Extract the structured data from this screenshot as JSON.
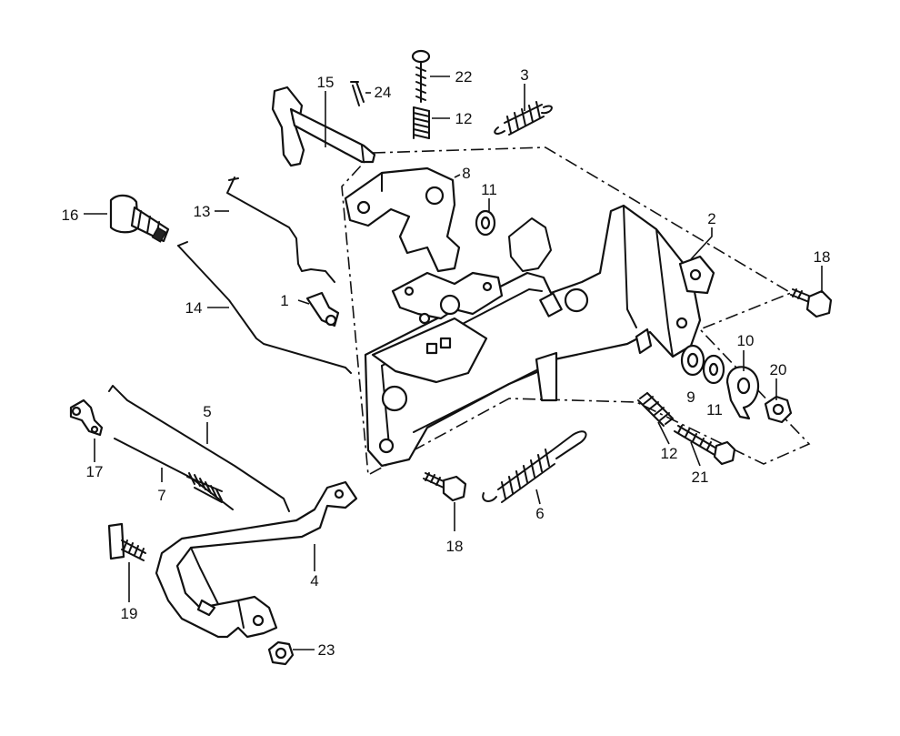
{
  "callouts": [
    {
      "id": "c1",
      "label": "1"
    },
    {
      "id": "c2",
      "label": "2"
    },
    {
      "id": "c3",
      "label": "3"
    },
    {
      "id": "c4",
      "label": "4"
    },
    {
      "id": "c5",
      "label": "5"
    },
    {
      "id": "c6",
      "label": "6"
    },
    {
      "id": "c7",
      "label": "7"
    },
    {
      "id": "c8",
      "label": "8"
    },
    {
      "id": "c9",
      "label": "9"
    },
    {
      "id": "c10",
      "label": "10"
    },
    {
      "id": "c11a",
      "label": "11"
    },
    {
      "id": "c11b",
      "label": "11"
    },
    {
      "id": "c12a",
      "label": "12"
    },
    {
      "id": "c12b",
      "label": "12"
    },
    {
      "id": "c13",
      "label": "13"
    },
    {
      "id": "c14",
      "label": "14"
    },
    {
      "id": "c15",
      "label": "15"
    },
    {
      "id": "c16",
      "label": "16"
    },
    {
      "id": "c17",
      "label": "17"
    },
    {
      "id": "c18a",
      "label": "18"
    },
    {
      "id": "c18b",
      "label": "18"
    },
    {
      "id": "c19",
      "label": "19"
    },
    {
      "id": "c20",
      "label": "20"
    },
    {
      "id": "c21",
      "label": "21"
    },
    {
      "id": "c22",
      "label": "22"
    },
    {
      "id": "c23",
      "label": "23"
    },
    {
      "id": "c24",
      "label": "24"
    }
  ]
}
